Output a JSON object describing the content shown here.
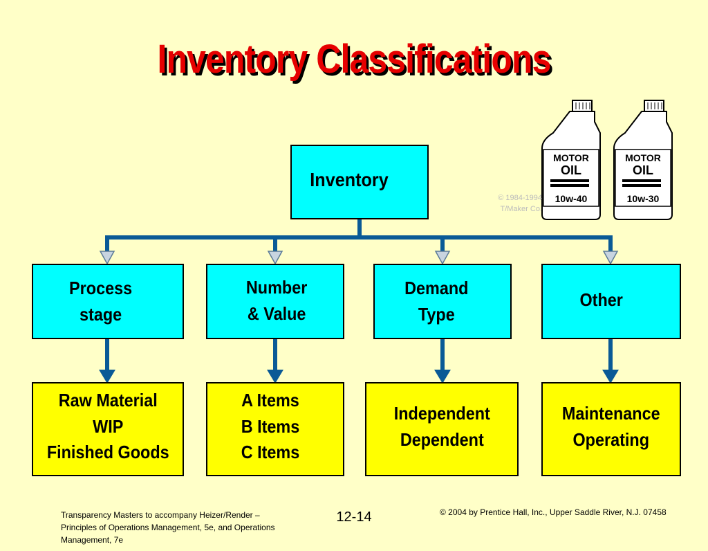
{
  "title": "Inventory Classifications",
  "root": {
    "label": "Inventory"
  },
  "categories": [
    {
      "label": "Process\nstage",
      "items": "Raw Material\nWIP\nFinished Goods"
    },
    {
      "label": "Number\n& Value",
      "items": "A Items\nB Items\nC Items"
    },
    {
      "label": "Demand\nType",
      "items": "Independent\nDependent"
    },
    {
      "label": "Other",
      "items": "Maintenance\nOperating"
    }
  ],
  "bottles": [
    {
      "line1": "MOTOR",
      "line2": "OIL",
      "grade": "10w-40"
    },
    {
      "line1": "MOTOR",
      "line2": "OIL",
      "grade": "10w-30"
    }
  ],
  "clipart_credit": "© 1984-1994\nT/Maker Co.",
  "footer": {
    "left": "Transparency Masters to accompany Heizer/Render – Principles of Operations Management, 5e, and Operations Management, 7e",
    "page": "12-14",
    "right": "© 2004 by Prentice Hall, Inc.,  Upper Saddle River, N.J. 07458"
  },
  "colors": {
    "background": "#ffffc8",
    "title": "#e60000",
    "category_box": "#00ffff",
    "item_box": "#ffff00",
    "connector": "#0a5a96",
    "arrowhead_light": "#c8d4e0"
  }
}
